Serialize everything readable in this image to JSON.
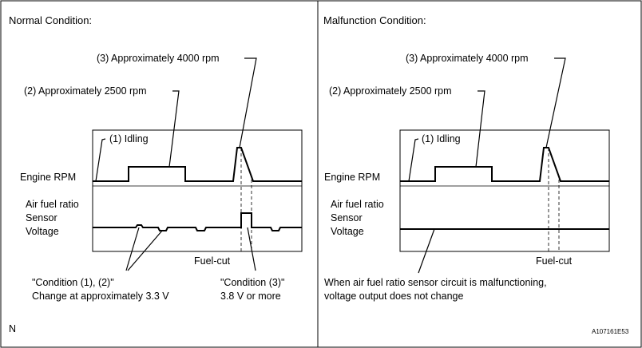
{
  "panels": {
    "normal": {
      "title": "Normal Condition:",
      "labels": {
        "idling": "(1) Idling",
        "rpm_2500": "(2) Approximately 2500 rpm",
        "rpm_4000": "(3) Approximately 4000 rpm",
        "engine_rpm": "Engine RPM",
        "sensor_line1": "Air fuel ratio",
        "sensor_line2": "Sensor",
        "sensor_line3": "Voltage",
        "fuel_cut": "Fuel-cut"
      },
      "notes": {
        "cond12_line1": "\"Condition (1), (2)\"",
        "cond12_line2": "Change at approximately 3.3 V",
        "cond3_line1": "\"Condition (3)\"",
        "cond3_line2": "3.8 V or more"
      }
    },
    "malfunction": {
      "title": "Malfunction Condition:",
      "labels": {
        "idling": "(1) Idling",
        "rpm_2500": "(2) Approximately 2500 rpm",
        "rpm_4000": "(3) Approximately 4000 rpm",
        "engine_rpm": "Engine RPM",
        "sensor_line1": "Air fuel ratio",
        "sensor_line2": "Sensor",
        "sensor_line3": "Voltage",
        "fuel_cut": "Fuel-cut"
      },
      "notes": {
        "line1": "When air fuel ratio sensor circuit is malfunctioning,",
        "line2": "voltage output does not change"
      }
    }
  },
  "footer": {
    "left_mark": "N",
    "figure_id": "A107161E53"
  }
}
